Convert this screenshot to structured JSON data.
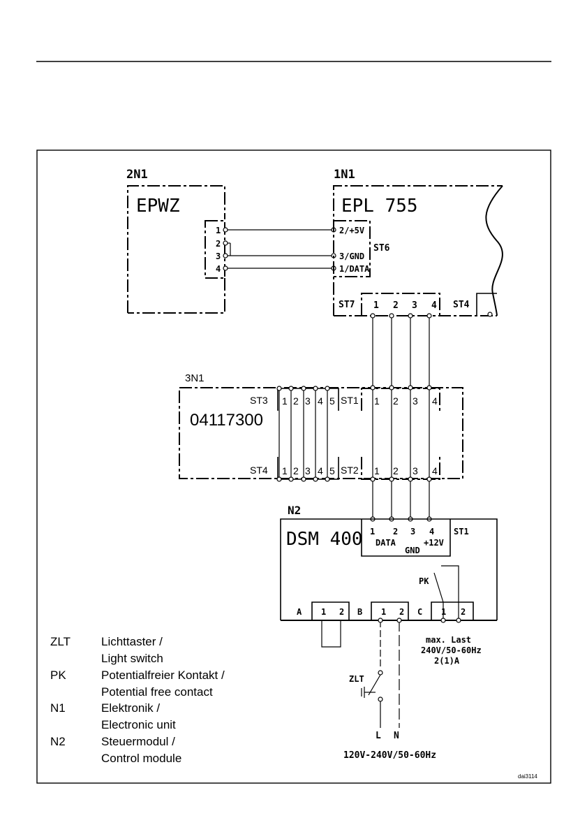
{
  "blocks": {
    "epwz": {
      "id": "2N1",
      "name": "EPWZ",
      "pins": [
        "1",
        "2",
        "3",
        "4"
      ]
    },
    "epl": {
      "id": "1N1",
      "name": "EPL 755",
      "st6_label": "ST6",
      "st6_pins": [
        "2/+5V",
        "3/GND",
        "1/DATA"
      ],
      "st7_label": "ST7",
      "st7_pins": [
        "1",
        "2",
        "3",
        "4"
      ],
      "st4_label": "ST4"
    },
    "module": {
      "id": "3N1",
      "name": "04117300",
      "st3_label": "ST3",
      "st4_label": "ST4",
      "st1_label": "ST1",
      "st2_label": "ST2",
      "left_pins": [
        "1",
        "2",
        "3",
        "4",
        "5"
      ],
      "right_pins": [
        "1",
        "2",
        "3",
        "4"
      ]
    },
    "dsm": {
      "id": "N2",
      "name": "DSM 400",
      "st1_label": "ST1",
      "st1_pins": [
        "1",
        "2",
        "3",
        "4"
      ],
      "data_label": "DATA",
      "gnd_label": "GND",
      "v12_label": "+12V",
      "group_a": "A",
      "group_b": "B",
      "group_c": "C",
      "pins_12": [
        "1",
        "2"
      ],
      "pk_label": "PK",
      "max_load_1": "max. Last",
      "max_load_2": "240V/50-60Hz",
      "max_load_3": "2(1)A",
      "zlt_label": "ZLT",
      "l_label": "L",
      "n_label": "N",
      "supply": "120V-240V/50-60Hz"
    }
  },
  "legend": [
    {
      "code": "ZLT",
      "de": "Lichttaster /",
      "en": "Light switch"
    },
    {
      "code": "PK",
      "de": "Potentialfreier Kontakt /",
      "en": "Potential free contact"
    },
    {
      "code": "N1",
      "de": "Elektronik /",
      "en": "Electronic unit"
    },
    {
      "code": "N2",
      "de": "Steuermodul /",
      "en": "Control module"
    }
  ],
  "ref_code": "dai3114"
}
